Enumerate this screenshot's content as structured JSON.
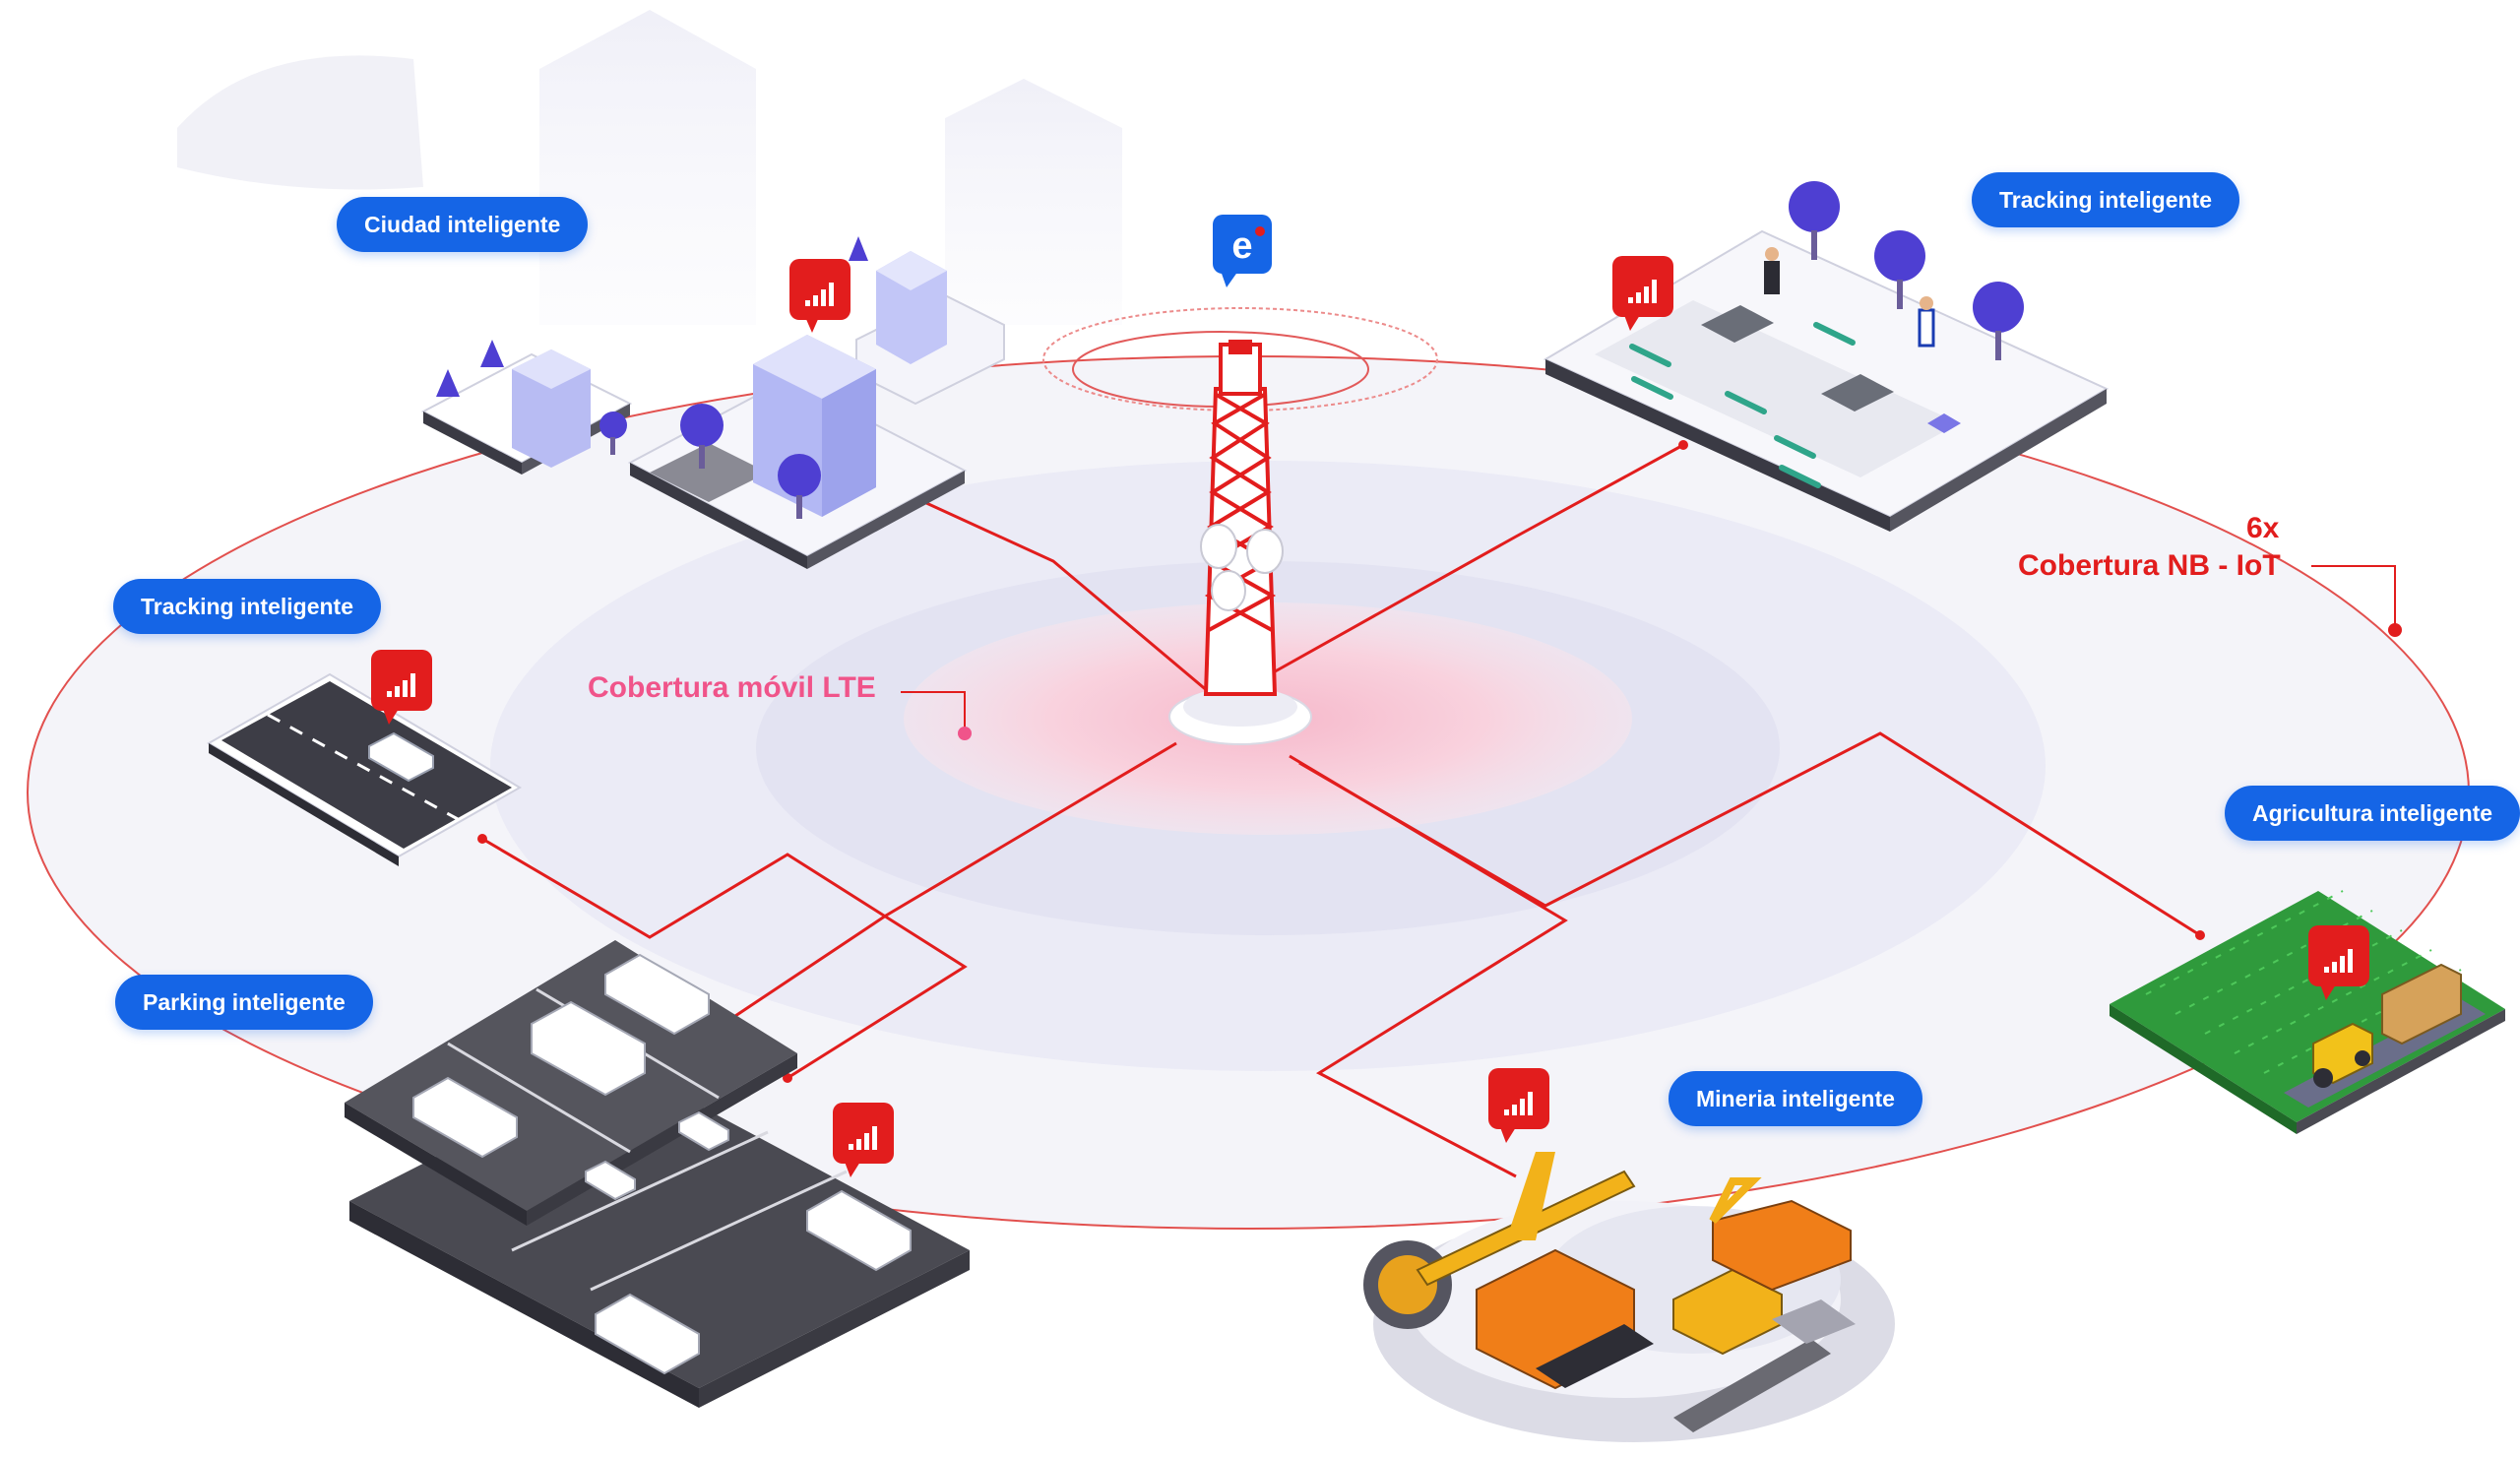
{
  "labels": {
    "ciudad": "Ciudad inteligente",
    "tracking_top": "Tracking inteligente",
    "tracking_left": "Tracking inteligente",
    "parking": "Parking inteligente",
    "mineria": "Mineria inteligente",
    "agricultura": "Agricultura inteligente"
  },
  "coverage": {
    "lte": "Cobertura móvil LTE",
    "nbiot_multiplier": "6x",
    "nbiot": "Cobertura NB - IoT"
  },
  "brand": {
    "logo_letter": "e",
    "color": "#1565e6"
  },
  "colors": {
    "accent_red": "#e21d1d",
    "lte_pink": "#f0548a",
    "pill_blue": "#1565e6"
  }
}
